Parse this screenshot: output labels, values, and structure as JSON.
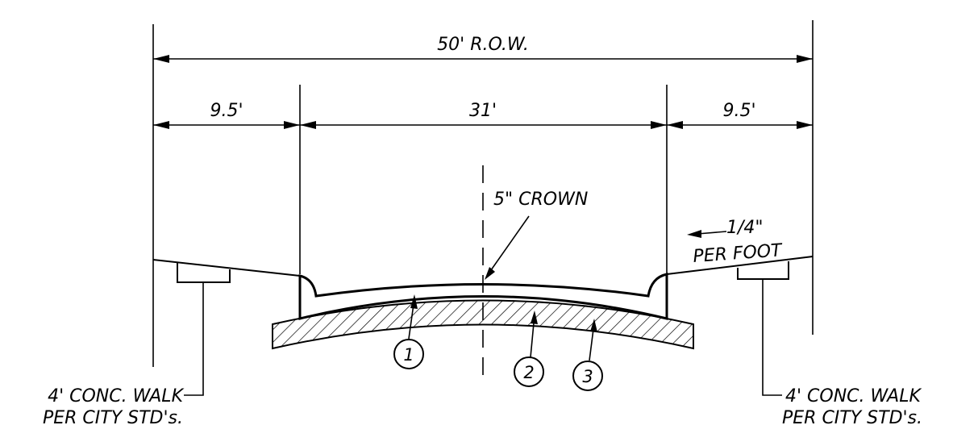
{
  "dimensions": {
    "row": "50' R.O.W.",
    "left_parkway": "9.5'",
    "roadway": "31'",
    "right_parkway": "9.5'"
  },
  "crown_label": "5\" CROWN",
  "slope_label": {
    "line1": "1/4\"",
    "line2": "PER FOOT"
  },
  "walk_left": {
    "line1": "4' CONC. WALK",
    "line2": "PER CITY STD's."
  },
  "walk_right": {
    "line1": "4' CONC. WALK",
    "line2": "PER CITY STD's."
  },
  "callouts": [
    "1",
    "2",
    "3"
  ]
}
